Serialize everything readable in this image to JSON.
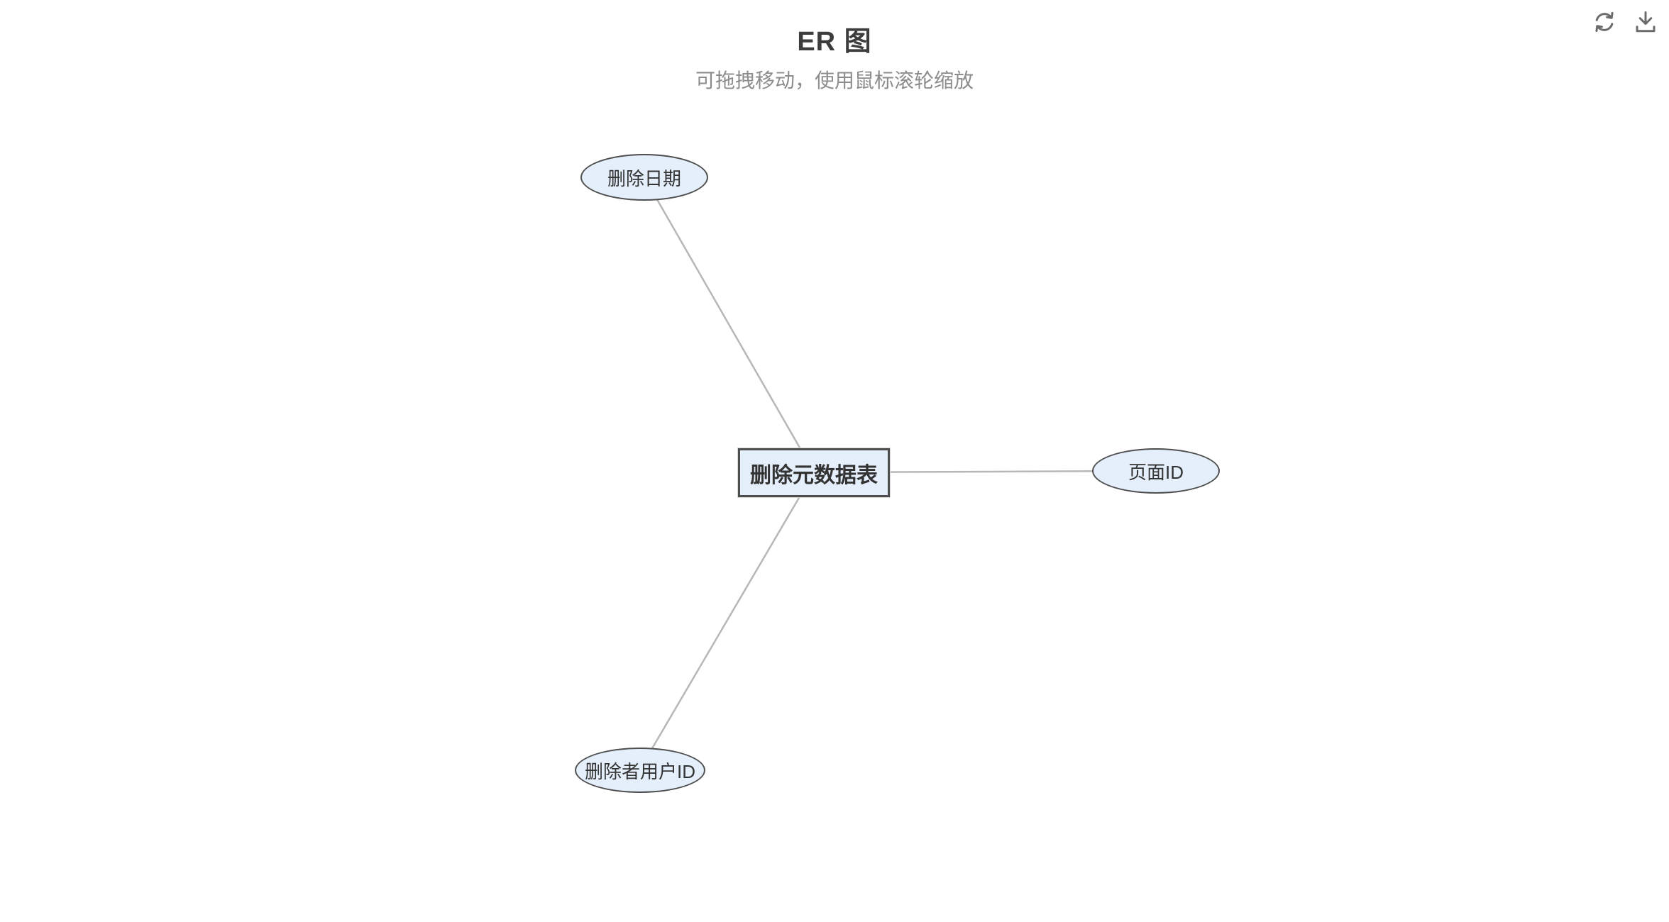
{
  "header": {
    "title": "ER 图",
    "subtitle": "可拖拽移动，使用鼠标滚轮缩放"
  },
  "toolbar": {
    "refresh_icon": "refresh-icon",
    "download_icon": "download-icon"
  },
  "diagram": {
    "entity": {
      "label": "删除元数据表",
      "shape": "rectangle"
    },
    "attributes": [
      {
        "label": "删除日期",
        "shape": "ellipse",
        "position": "top-left"
      },
      {
        "label": "页面ID",
        "shape": "ellipse",
        "position": "right"
      },
      {
        "label": "删除者用户ID",
        "shape": "ellipse",
        "position": "bottom-left"
      }
    ],
    "edges": [
      {
        "from": "删除元数据表",
        "to": "删除日期"
      },
      {
        "from": "删除元数据表",
        "to": "页面ID"
      },
      {
        "from": "删除元数据表",
        "to": "删除者用户ID"
      }
    ]
  },
  "colors": {
    "node_fill": "#e4effb",
    "node_border": "#4e4e4e",
    "edge": "#b7b7b7",
    "icon": "#6b6b6b",
    "title": "#3d3d3d",
    "subtitle": "#8c8c8c",
    "node_text": "#333333"
  }
}
